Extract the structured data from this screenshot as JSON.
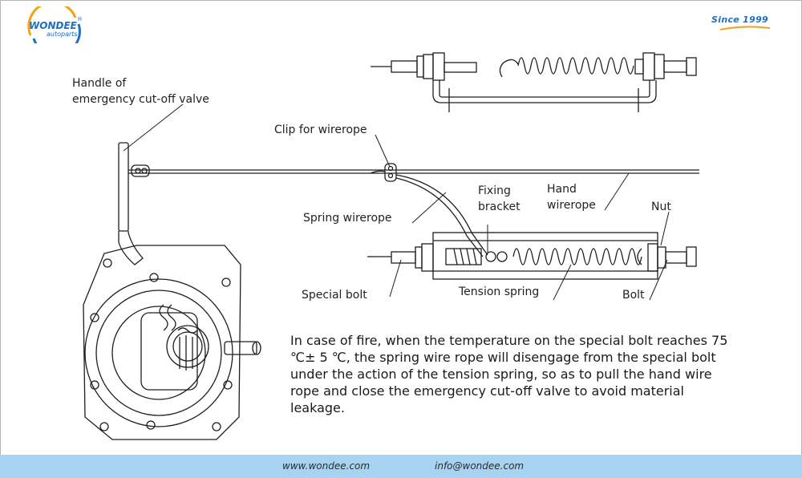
{
  "brand": {
    "name": "WONDEE",
    "registered_mark": "®",
    "sub": "autoparts",
    "colors": {
      "primary": "#1f6fc4",
      "accent": "#f0a21b",
      "footer": "#a6d3f2"
    }
  },
  "tagline": "Since 1999",
  "labels": {
    "handle": [
      "Handle of",
      "emergency cut-off valve"
    ],
    "clip": "Clip for wirerope",
    "fixing_bracket": [
      "Fixing",
      "bracket"
    ],
    "hand_wirerope": [
      "Hand",
      "wirerope"
    ],
    "nut": "Nut",
    "spring_wirerope": "Spring wirerope",
    "special_bolt": "Special bolt",
    "tension_spring": "Tension spring",
    "bolt": "Bolt"
  },
  "description": "In case of fire, when the temperature on the special bolt reaches 75 ℃± 5 ℃, the spring wire rope will disengage from the special bolt under the action of the tension spring, so as to pull the hand wire rope and close the emergency cut-off valve to avoid material leakage.",
  "footer": {
    "website": "www.wondee.com",
    "email": "info@wondee.com"
  }
}
